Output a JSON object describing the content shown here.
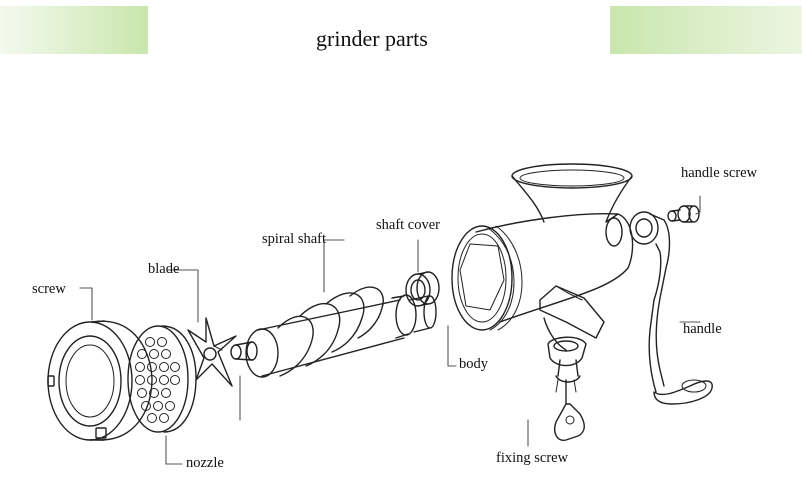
{
  "title": "grinder parts",
  "parts": {
    "screw": "screw",
    "blade": "blade",
    "spiral_shaft": "spiral shaft",
    "shaft_cover": "shaft cover",
    "handle_screw": "handle screw",
    "handle": "handle",
    "body": "body",
    "nozzle": "nozzle",
    "fixing_screw": "fixing screw"
  },
  "colors": {
    "banner": "#c9e6ad",
    "line": "#222222",
    "leader": "#555555"
  }
}
